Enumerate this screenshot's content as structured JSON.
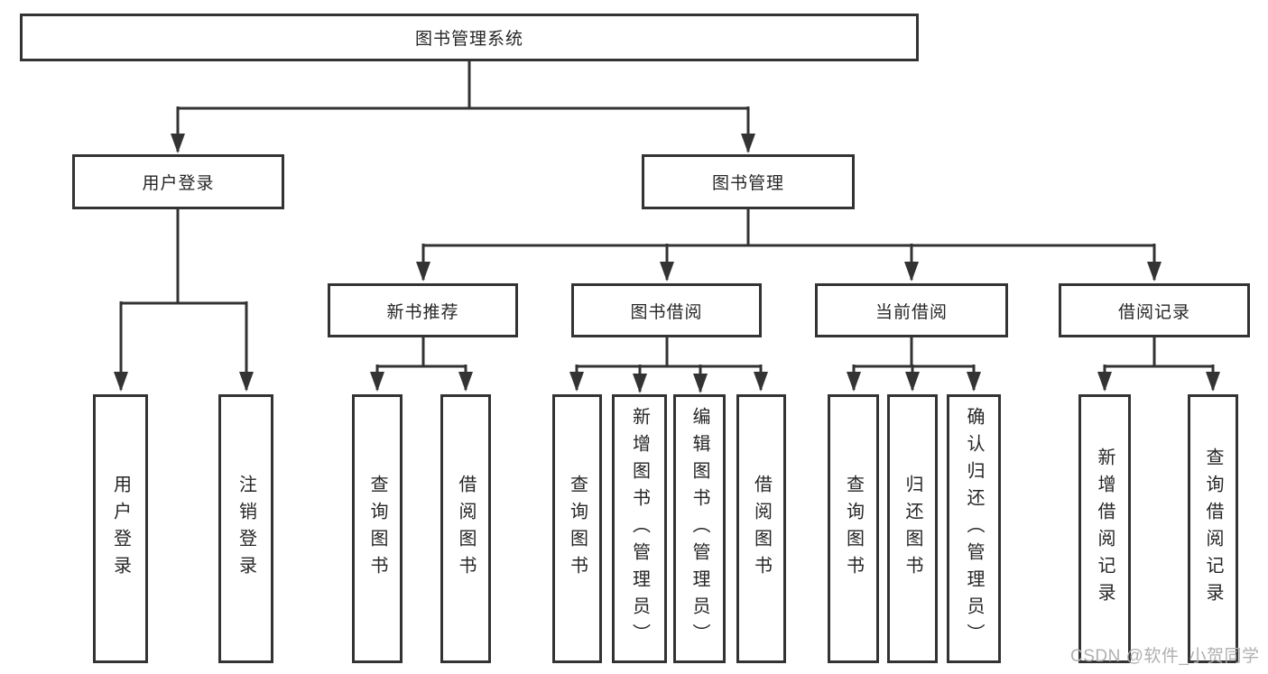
{
  "diagram": {
    "tree": {
      "label": "图书管理系统",
      "children": [
        {
          "label": "用户登录",
          "children": [
            {
              "label": "用户登录"
            },
            {
              "label": "注销登录"
            }
          ]
        },
        {
          "label": "图书管理",
          "children": [
            {
              "label": "新书推荐",
              "children": [
                {
                  "label": "查询图书"
                },
                {
                  "label": "借阅图书"
                }
              ]
            },
            {
              "label": "图书借阅",
              "children": [
                {
                  "label": "查询图书"
                },
                {
                  "label": "新增图书（管理员）"
                },
                {
                  "label": "编辑图书（管理员）"
                },
                {
                  "label": "借阅图书"
                }
              ]
            },
            {
              "label": "当前借阅",
              "children": [
                {
                  "label": "查询图书"
                },
                {
                  "label": "归还图书"
                },
                {
                  "label": "确认归还（管理员）"
                }
              ]
            },
            {
              "label": "借阅记录",
              "children": [
                {
                  "label": "新增借阅记录"
                },
                {
                  "label": "查询借阅记录"
                }
              ]
            }
          ]
        }
      ]
    },
    "colors": {
      "line": "#333333",
      "text": "#262626",
      "box_fill": "#ffffff",
      "watermark": "#b0b0b0"
    }
  },
  "watermark": {
    "text": "CSDN @软件_小贺同学"
  }
}
